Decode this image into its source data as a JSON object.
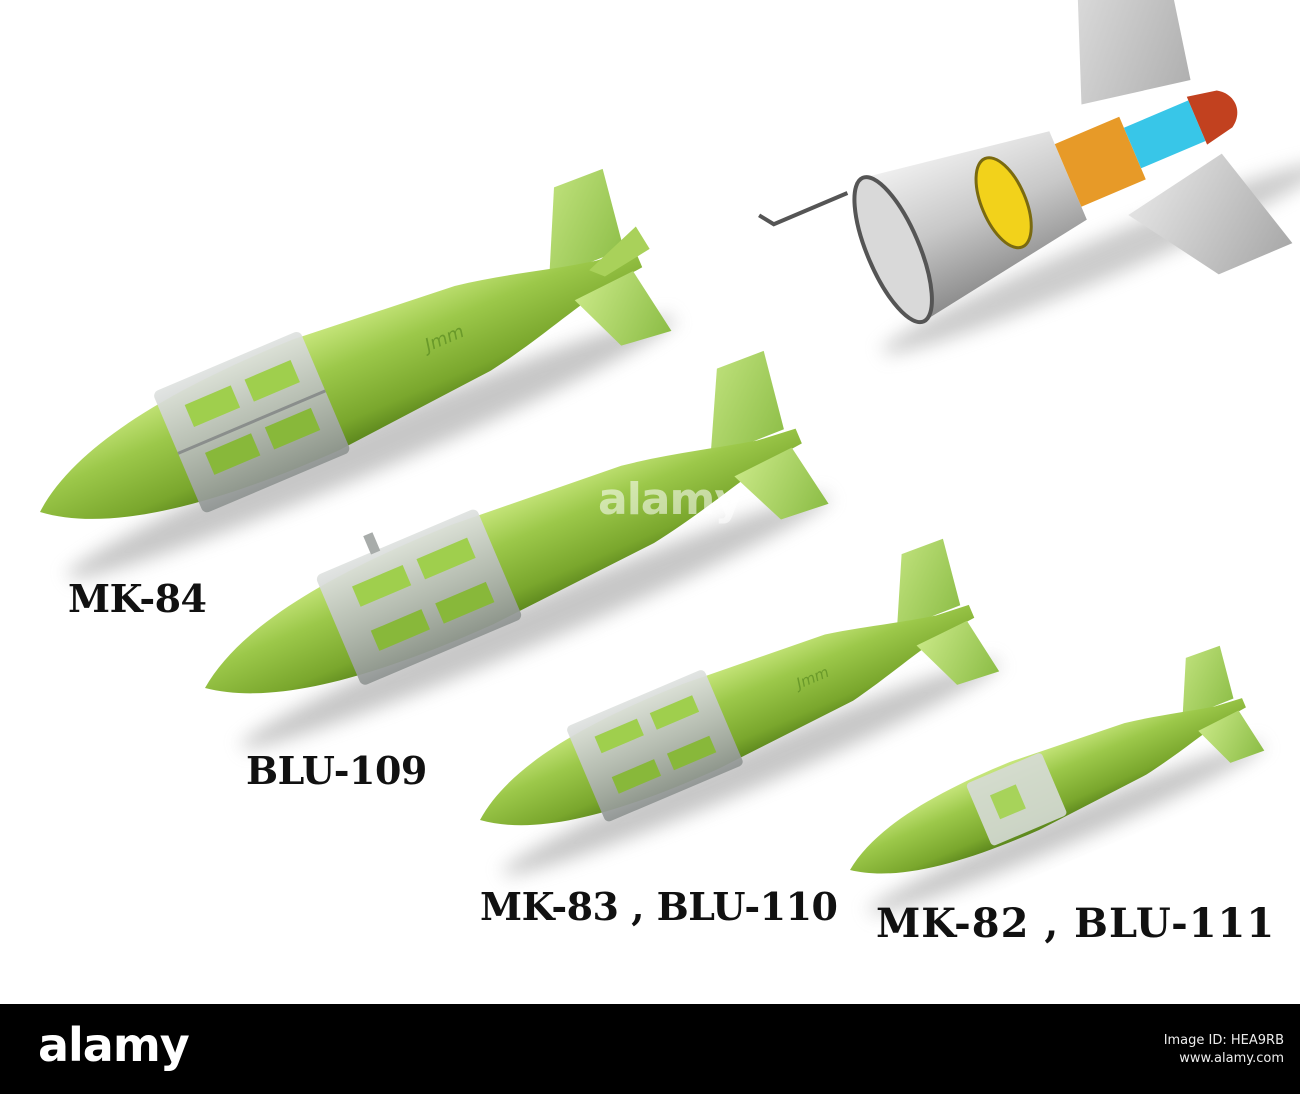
{
  "labels": {
    "mk84": "MK-84",
    "blu109": "BLU-109",
    "mk83": "MK-83 , BLU-110",
    "mk82": "MK-82 , BLU-111"
  },
  "footer": {
    "logo": "alamy",
    "line1": "Image ID: HEA9RB",
    "line2": "www.alamy.com"
  },
  "watermark": "alamy",
  "colors": {
    "bomb_body": "#8cbb3c",
    "bomb_highlight": "#b7de69",
    "bomb_shadow": "#5f8c1f",
    "kit_grey": "#b8bcbc",
    "cutaway_grey": "#c4c4c4",
    "cutaway_yellow": "#f2d21b",
    "cutaway_orange": "#e79a28",
    "cutaway_cyan": "#38c6e8",
    "cutaway_red": "#c2411f",
    "footer_bg": "#000000"
  }
}
